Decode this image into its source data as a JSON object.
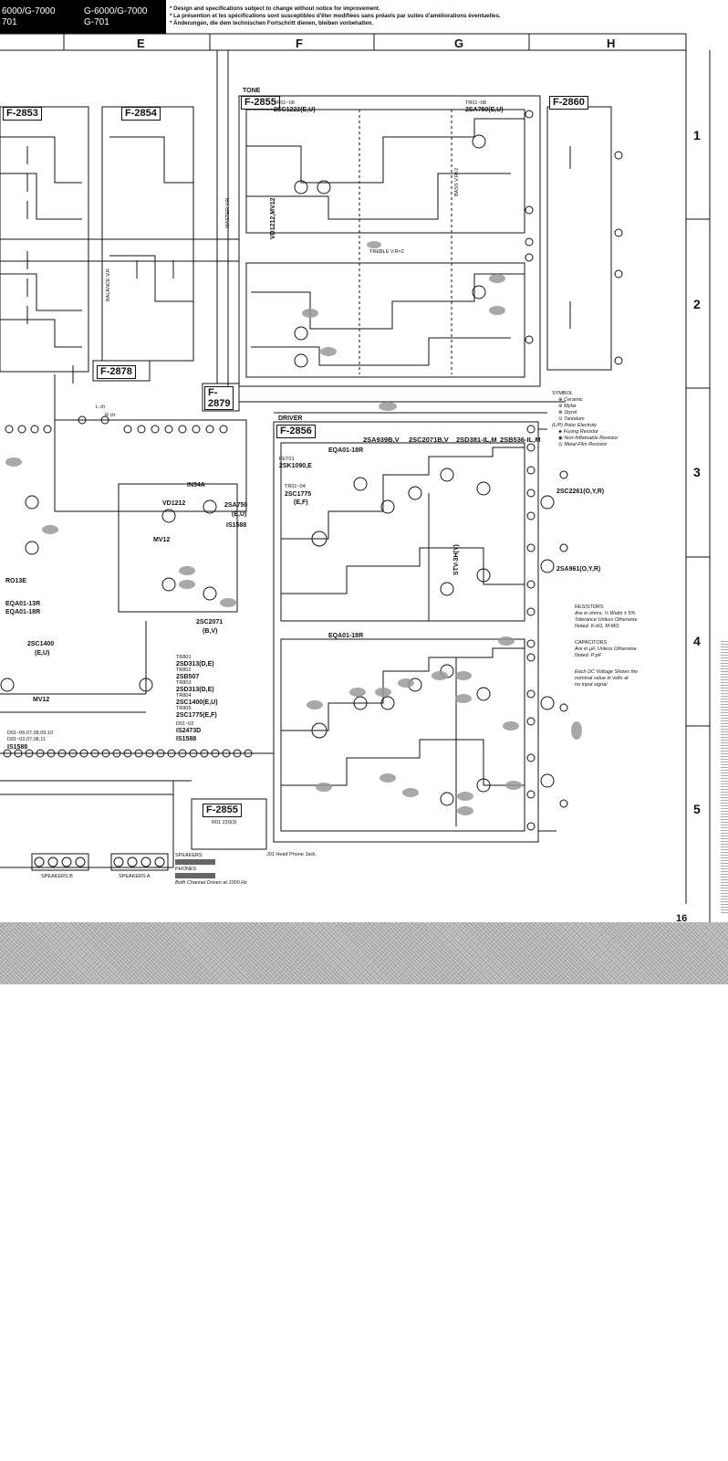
{
  "header": {
    "model_left_1": "6000/G-7000",
    "model_left_2": "701",
    "model_right_1": "G-6000/G-7000",
    "model_right_2": "G-701",
    "note_en": "* Design and specifications subject to change without notice for improvement.",
    "note_fr": "* La présention et les spécifications sont susceptibles d'ëter modifiées sans préavis par suites d'améliorations éventuelles.",
    "note_de": "* Änderungen, die dem technischen Fortschritt dienen, bleiben vorbehalten."
  },
  "grid": {
    "columns": [
      "E",
      "F",
      "G",
      "H"
    ],
    "rows": [
      "1",
      "2",
      "3",
      "4",
      "5"
    ]
  },
  "boards": {
    "b2853": "F-2853",
    "b2854": "F-2854",
    "b2855": "F-2855",
    "b2860": "F-2860",
    "b2878": "F-2878",
    "b2879a": "F-",
    "b2879b": "2879",
    "b2856": "F-2856",
    "b2855b": "F-2855"
  },
  "sections": {
    "tone": "TONE",
    "driver": "DRIVER",
    "treble": "TREBLE V.R×2",
    "bass": "BASS V.R×2",
    "master": "MASTER V.R",
    "balance": "BALANCE V.R"
  },
  "parts": {
    "tr_tone_left": "2SC1222(E,U)",
    "tr_tone_right": "2SA750(E,U)",
    "tr_tone_left_ref": "TR01~08",
    "tr_tone_right_ref": "TR01~08",
    "vd_tone": "VD1212,MV12",
    "eq_top": "EQA01-18R",
    "eq_bottom": "EQA01-18R",
    "fet": "2SK1090,E",
    "fet_ref": "FET01",
    "tr_drv_a": "2SC1775",
    "tr_drv_a2": "(E,F)",
    "tr_drv_ref": "TR01~04",
    "tr_drv_header_1": "2SA939B,V",
    "tr_drv_header_2": "2SC2071B,V",
    "tr_drv_header_3": "2SD381-IL,M",
    "tr_drv_header_4": "2SB536-IL,M",
    "stv": "STV-3H(Y)",
    "out_npn": "2SC2261(O,Y,R)",
    "out_pnp": "2SA961(O,Y,R)",
    "prot_in34a": "IN34A",
    "prot_vd": "VD1212",
    "prot_mv": "MV12",
    "prot_tr": "2SA750",
    "prot_tr2": "(E,U)",
    "prot_is": "IS1588",
    "prot_2sc": "2SC2071",
    "prot_2sc2": "(B,V)",
    "left_ro": "RO13E",
    "left_eq1": "EQA01-13R",
    "left_eq2": "EQA01-18R",
    "left_2sc": "2SC1400",
    "left_2sc2": "(E,U)",
    "left_mv": "MV12",
    "list_1": "2SD313(D,E)",
    "list_2": "2SB507",
    "list_3": "2SD313(D,E)",
    "list_4": "2SC1400(E,U)",
    "list_5": "2SC1775(E,F)",
    "list_6": "IS2473D",
    "list_7": "IS1588",
    "list_ref_1": "TR801",
    "list_ref_2": "TR802",
    "list_ref_3": "TR803",
    "list_ref_4": "TR804",
    "list_ref_5": "TR805",
    "list_diode_ref": "D01~02",
    "left_diode_refs": "D01~06,07,08,09,10",
    "left_diode_refs2": "D01~02,07,08,11",
    "left_is": "IS1588",
    "lch": "L ch",
    "rch": "R ch",
    "head_phone": "J01 Head Phone Jack",
    "speakers_b": "SPEAKERS B",
    "speakers_a": "SPEAKERS A",
    "r_220": "R01 220(3)"
  },
  "legend": {
    "symbol": "SYMBOL",
    "s1": "Ceramic",
    "s2": "Mylar",
    "s3": "Styrol",
    "s4": "Tantalum",
    "s5": "Polar Electroly",
    "s6": "Fusing Resistor",
    "s7": "Non-Inflamable Resistor",
    "s8": "Metal Film Resistor",
    "s5_prefix": "(L/P)",
    "resistors": "RESISTORS",
    "r1": "Are in ohms, ¼ Watts ± 5%",
    "r2": "Tolerance Unless Otherwise",
    "r3": "Noted. K-kΩ, M-MΩ",
    "capacitors": "CAPACITORS",
    "c1": "Are in µF, Unless Otherwise",
    "c2": "Noted. P:pF",
    "dc1": "Each DC Voltage Shows the",
    "dc2": "nominal value in volts at",
    "dc3": "no input signal",
    "speakers_title": "SPEAKERS",
    "phones_title": "PHONES",
    "both": "Both Channel Driven at 1000 Hz"
  },
  "page_number": "16"
}
